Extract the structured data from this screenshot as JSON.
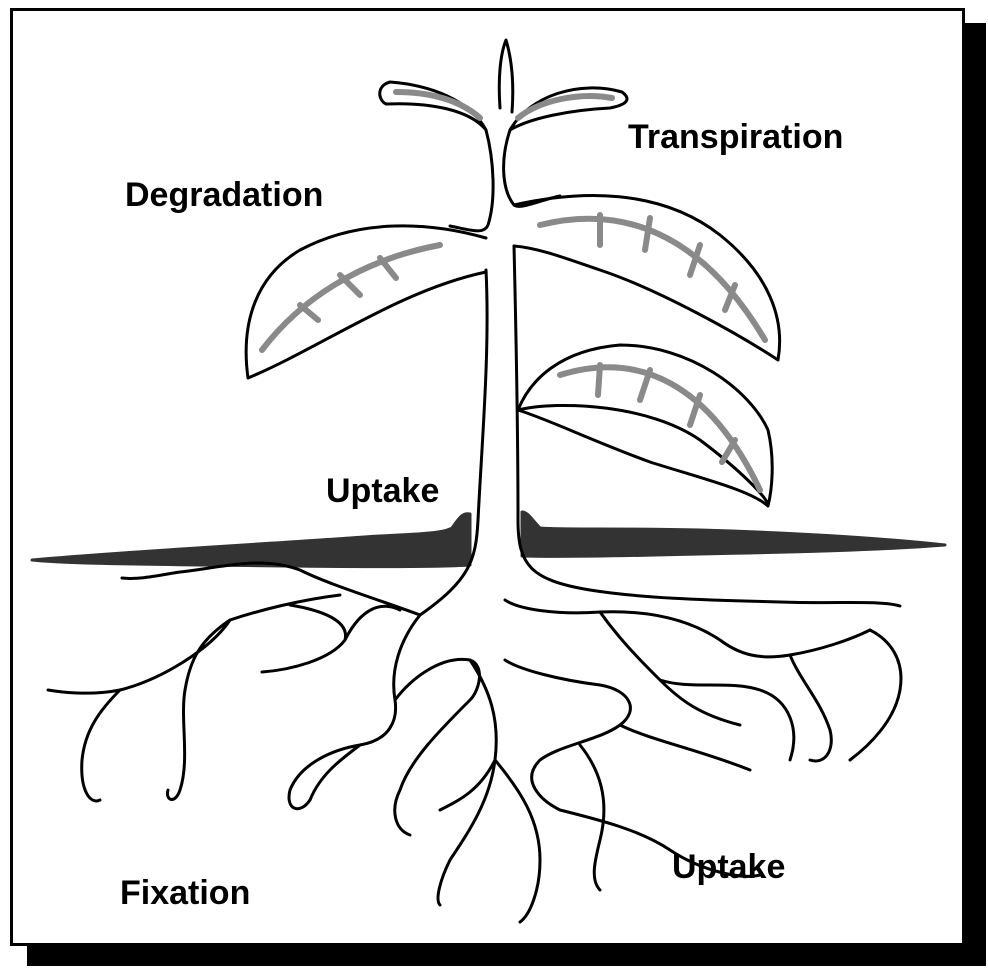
{
  "labels": {
    "transpiration": "Transpiration",
    "degradation": "Degradation",
    "uptake_stem": "Uptake",
    "fixation": "Fixation",
    "uptake_roots": "Uptake"
  },
  "colors": {
    "outline": "#000000",
    "vein": "#8a8a8a",
    "soil": "#333333",
    "background": "#ffffff"
  }
}
